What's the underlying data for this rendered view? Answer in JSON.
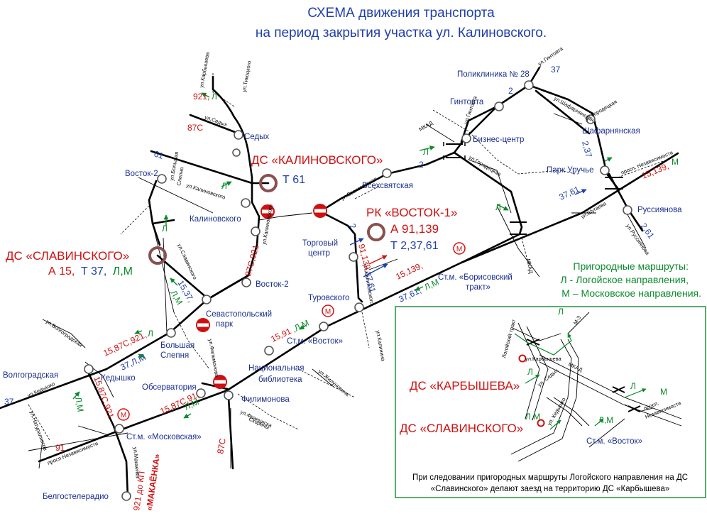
{
  "title": {
    "line1": "СХЕМА движения транспорта",
    "line2": "на период закрытия участка ул. Калиновского."
  },
  "depots": {
    "kalinovskogo": {
      "name": "ДС «КАЛИНОВСКОГО»",
      "routes": "Т 61"
    },
    "vostok": {
      "name": "РК «ВОСТОК-1»",
      "routes1": "А 91,139",
      "routes2": "Т 2,37,61"
    },
    "slavinskogo": {
      "name": "ДС «СЛАВИНСКОГО»",
      "r1": "А 15,",
      "r2": "Т 37,",
      "r3": "Л,М"
    }
  },
  "stops": {
    "sedyh": "Седых",
    "vostok2_top": "Восток-2",
    "kalinovskogo": "Калиновского",
    "vostok2": "Восток-2",
    "sevastopolsky_1": "Севастопольский",
    "sevastopolsky_2": "парк",
    "bolshaya_1": "Большая",
    "bolshaya_2": "Слепня",
    "volgogradskaya": "Волгоградская",
    "kedyshko": "Кедышко",
    "observatoriya": "Обсерватория",
    "filimonova": "Филимонова",
    "nat_1": "Национальная",
    "nat_2": "библиотека",
    "st_vostok": "Ст.м. «Восток»",
    "turovskogo": "Туровского",
    "torgovy_1": "Торговый",
    "torgovy_2": "центр",
    "vseh": "Всехсвятская",
    "borisovsky_1": "Ст.м. «Борисовский",
    "borisovsky_2": "тракт»",
    "moskovskaya": "Ст.м. «Московская»",
    "belgoste": "Белгостелерадио",
    "gintovta": "Гинтовта",
    "poliklinika": "Поликлиника № 28",
    "biznes": "Бизнес-центр",
    "shafar": "Шафарнянская",
    "uruchye": "Парк Уручье",
    "russianova": "Руссиянова"
  },
  "streets": {
    "karbysheva": "ул.Карбышева",
    "tikotskogo": "ул.Тикоцкого",
    "sedyh": "ул.Седых",
    "kalinovskogo": "ул.Калиновского",
    "kalin_v": "ул.Калиновского",
    "bolsh_1": "ул.Большая",
    "bolsh_2": "Слепня",
    "slavinskogo": "ул.Славинского",
    "volgogradskaya": "ул.Волгоградская",
    "filimonova": "ул.Филимонова",
    "kedyshko": "ул.Кедышко",
    "naturalistov": "ул.Натуралистов",
    "nezav_sw": "просп.Независимости",
    "makaenka": "ул.Макаенка",
    "franciska": "ул.Франциска",
    "skoriny": "Скорины",
    "zhilunovicha": "ул.Жилуновича",
    "kaliniyna": "ул.Калинина",
    "vseh": "ул.Всехсвятская",
    "kalin_2": "ул.Калиновского",
    "gintovta": "ул.Гинтовта",
    "gintovta_2": "ул.Гинтовта",
    "gorodetskaya": "ул.Городецкая",
    "gorodetskaya_2": "ул.Городецкая",
    "shafar": "ул.Шафарнянская",
    "shugaeva": "ул.Шугаева",
    "nezav_e": "просп. Независимости",
    "russianova": "ул.Руссиянова",
    "mkad": "МКАД",
    "mkad_2": "МКАД"
  },
  "routes": {
    "r921": "921,",
    "rL1": "Л",
    "r87c_top": "87С",
    "r61": "61",
    "rL_kal": "Л",
    "rL_sl": "Л",
    "r87c921_v": "87С,921",
    "r15_37": "15,37,",
    "rLM_sl": "Л,М",
    "r15_87c921": "15,87С,921,",
    "rL_bs": "Л",
    "r37LM": "37,Л,М",
    "r37_w": "37",
    "r15_87c921_v": "15,87С,921",
    "rLM_kd": "Л,М",
    "r91_sw": "91",
    "r921_kp": "921 до КП",
    "r_makaenka": "«МАКАЁНКА»",
    "r15_87c_91": "15,87С,91,",
    "rLM_m": "Л,М",
    "r87c_bottom": "87С",
    "r15_91": "15,91",
    "rLM_v": ",Л,М",
    "r91139_v": "91,139,",
    "r3761_v": "37,61",
    "r15_139": "15,139,",
    "r3761_b": "37,61,",
    "rLM_b": "Л,М",
    "r2_rk": "2",
    "r2_vs": "2",
    "rL_mk": "Л",
    "rL_mk2": "Л",
    "r2_pol": "2",
    "r37_pol": "37",
    "r2_37": "2,37",
    "r15_139_m": "15,139,",
    "rM_m": "М",
    "r37_61": "37,61",
    "r2_61": "2,61"
  },
  "legend": {
    "title": "Пригородные маршруты:",
    "l": "Л - Логойское направления,",
    "m": "М – Московское направления."
  },
  "inset": {
    "karbysheva": "ДС «КАРБЫШЕВА»",
    "slavinskogo": "ДС «СЛАВИНСКОГО»",
    "st_vostok": "Ст.м. «Восток»",
    "logoisky": "Логойский тракт",
    "karbysheva_st": "ул.Карбышева",
    "m3": "М-3",
    "mkad": "МКАД",
    "sedyh": "ул. Седых",
    "kedyshko": "ул. Кедышко",
    "nezav_1": "просп.",
    "nezav_2": "Независимости",
    "L1": "Л",
    "L2": "Л",
    "L3": "Л",
    "M1": "М",
    "LM1": "Л,М",
    "LM2": "Л,М",
    "note1": "При следовании пригородных маршруты Логойского направления на ДС",
    "note2": "«Славинского» делают заезд на территорию ДС «Карбышева»"
  },
  "colors": {
    "title_blue": "#1f3fa8",
    "route_red": "#d01010",
    "route_blue": "#1f3fa8",
    "suburban_green": "#0a8a2a",
    "inset_border": "#2e9a4a",
    "closure_red": "#d01010",
    "depot_ring": "#8a5050"
  },
  "icons": {
    "closure": "no-entry-icon",
    "metro": "metro-m-icon",
    "depot": "depot-ring-icon",
    "stop": "stop-circle-icon",
    "interchange": "interchange-icon"
  }
}
